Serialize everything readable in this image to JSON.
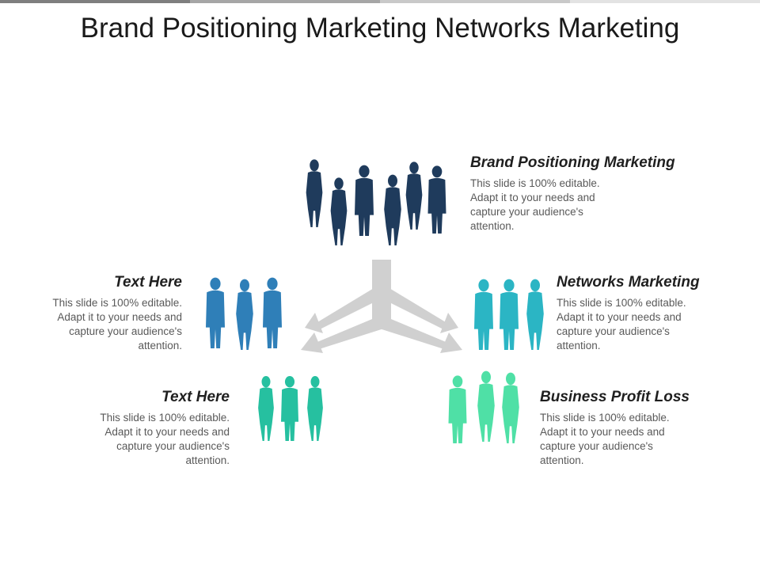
{
  "colors": {
    "topbar": [
      "#7f7f7f",
      "#a6a6a6",
      "#c9c9c9",
      "#e3e3e3"
    ],
    "arrow": "#d0d0d0",
    "group_top": "#1f3b5c",
    "group_left_top": "#2f7fb8",
    "group_right_top": "#2bb5c4",
    "group_left_bottom": "#26c0a0",
    "group_right_bottom": "#4fe0a6"
  },
  "title": "Brand Positioning Marketing Networks Marketing",
  "blocks": {
    "top_right": {
      "heading": "Brand Positioning Marketing",
      "body": "This slide is 100% editable. Adapt it to your needs and capture your audience's attention."
    },
    "mid_left": {
      "heading": "Text Here",
      "body": "This slide is 100% editable. Adapt it to your needs and capture your audience's attention."
    },
    "mid_right": {
      "heading": "Networks Marketing",
      "body": "This slide is 100% editable. Adapt it to your needs and capture your audience's attention."
    },
    "bottom_left": {
      "heading": "Text Here",
      "body": "This slide is 100% editable. Adapt it to your needs and capture your audience's attention."
    },
    "bottom_right": {
      "heading": "Business Profit Loss",
      "body": "This slide is 100% editable. Adapt it to your needs and capture your audience's attention."
    }
  }
}
